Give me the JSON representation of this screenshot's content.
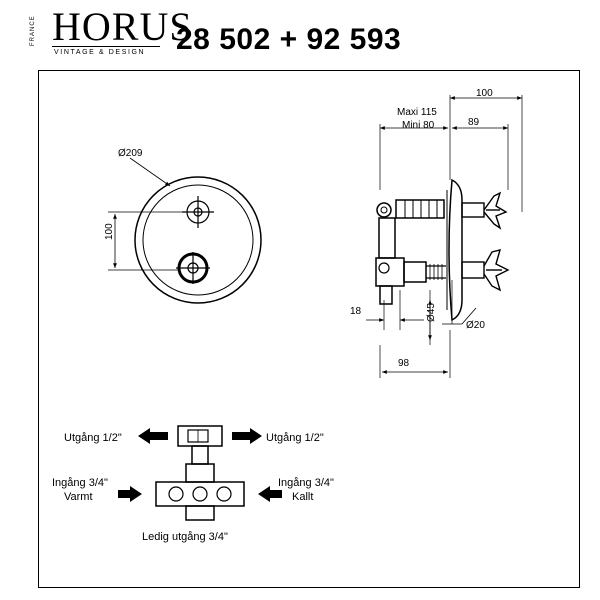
{
  "logo": {
    "brand": "HORUS",
    "country": "FRANCE",
    "tagline": "VINTAGE & DESIGN"
  },
  "title": "28 502 + 92 593",
  "front_view": {
    "diameter": "Ø209",
    "spacing": "100"
  },
  "side_view": {
    "maxi": "Maxi 115",
    "mini": "Mini 80",
    "top_dim": "100",
    "second_dim": "89",
    "left_dim": "18",
    "dia45": "Ø45",
    "dia20": "Ø20",
    "bottom_dim": "98"
  },
  "connections": {
    "outlet_left": "Utgång 1/2\"",
    "outlet_right": "Utgång 1/2\"",
    "inlet_left_1": "Ingång 3/4\"",
    "inlet_left_2": "Varmt",
    "inlet_right_1": "Ingång 3/4\"",
    "inlet_right_2": "Kallt",
    "free_outlet": "Ledig utgång 3/4\""
  }
}
